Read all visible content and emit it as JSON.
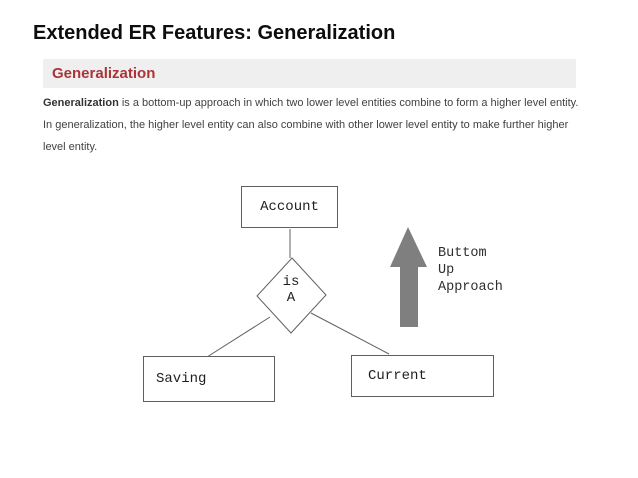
{
  "slide": {
    "title": "Extended ER Features: Generalization"
  },
  "article": {
    "heading": "Generalization",
    "term": "Generalization",
    "body": " is a bottom-up approach in which two lower level entities combine to form a higher level entity.\nIn generalization, the higher level entity can also combine with other lower level entity to make further higher\nlevel entity."
  },
  "diagram": {
    "parent_entity": "Account",
    "relationship": "is\nA",
    "left_entity": "Saving",
    "right_entity": "Current",
    "arrow_label": "Buttom\nUp\nApproach"
  },
  "colors": {
    "heading_text": "#a9343a",
    "heading_bg": "#efefef",
    "line_stroke": "#606060",
    "arrow_fill": "#7f7f7f"
  }
}
